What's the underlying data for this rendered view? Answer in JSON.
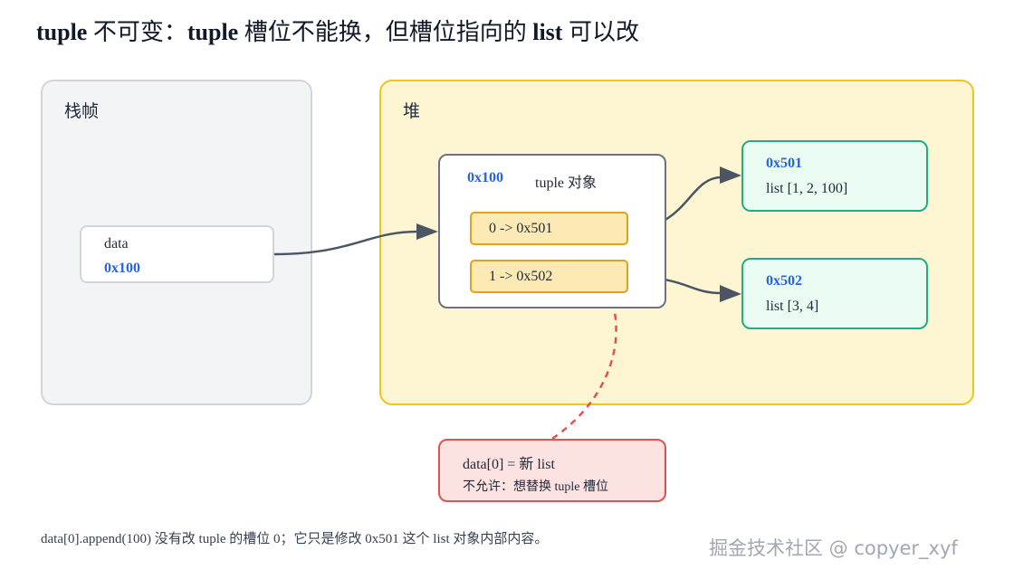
{
  "title": {
    "part1": "tuple",
    "part2": " 不可变：",
    "part3": "tuple",
    "part4": " 槽位不能换，但槽位指向的 ",
    "part5": "list",
    "part6": " 可以改"
  },
  "stack": {
    "label": "栈帧",
    "var": {
      "name": "data",
      "addr": "0x100"
    }
  },
  "heap": {
    "label": "堆",
    "tuple": {
      "addr": "0x100",
      "label": "tuple 对象",
      "slots": [
        "0 -> 0x501",
        "1 -> 0x502"
      ]
    },
    "lists": [
      {
        "addr": "0x501",
        "value": "list [1, 2, 100]"
      },
      {
        "addr": "0x502",
        "value": "list [3, 4]"
      }
    ]
  },
  "error": {
    "line1": "data[0] = 新 list",
    "line2": "不允许：想替换 tuple 槽位"
  },
  "footer": "data[0].append(100) 没有改 tuple 的槽位 0；它只是修改 0x501 这个 list 对象内部内容。",
  "watermark": "掘金技术社区 @ copyer_xyf",
  "colors": {
    "address": "#2563eb",
    "heap_border": "#f0c419",
    "list_border": "#1fae83",
    "error_border": "#e05252",
    "slot_border": "#e3a316",
    "arrow": "#4b5563",
    "dashed_arrow": "#e05252"
  }
}
